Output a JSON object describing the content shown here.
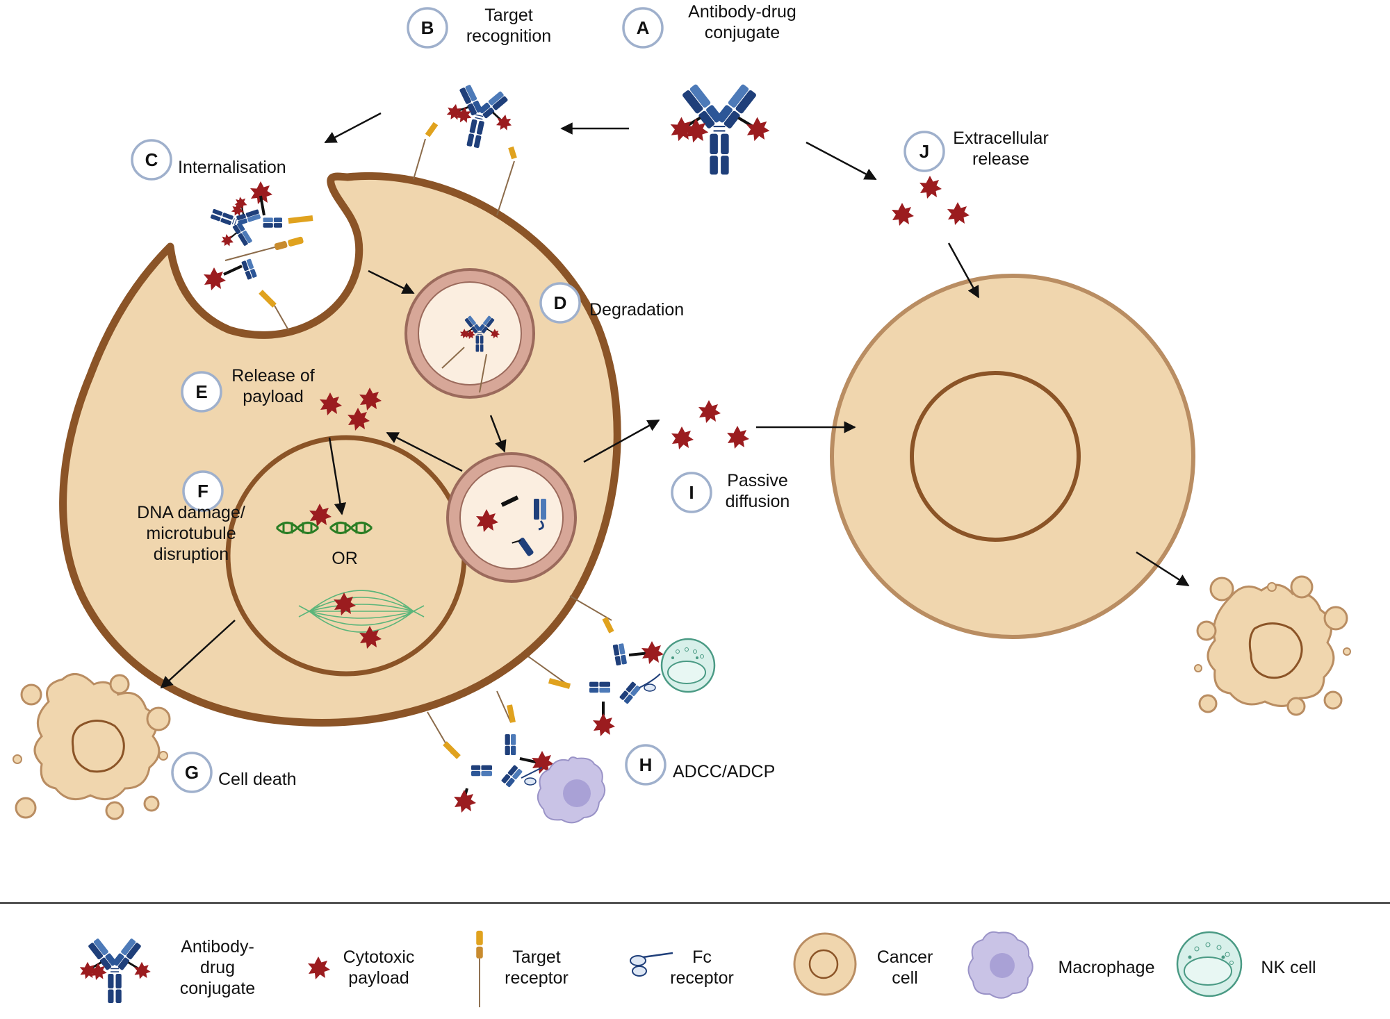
{
  "steps": {
    "A": {
      "letter": "A",
      "lines": [
        "Antibody-drug",
        "conjugate"
      ]
    },
    "B": {
      "letter": "B",
      "lines": [
        "Target",
        "recognition"
      ]
    },
    "C": {
      "letter": "C",
      "lines": [
        "Internalisation"
      ]
    },
    "D": {
      "letter": "D",
      "lines": [
        "Degradation"
      ]
    },
    "E": {
      "letter": "E",
      "lines": [
        "Release of",
        "payload"
      ]
    },
    "F": {
      "letter": "F",
      "lines": [
        "DNA damage/",
        "microtubule",
        "disruption"
      ]
    },
    "G": {
      "letter": "G",
      "lines": [
        "Cell death"
      ]
    },
    "H": {
      "letter": "H",
      "lines": [
        "ADCC/ADCP"
      ]
    },
    "I": {
      "letter": "I",
      "lines": [
        "Passive",
        "diffusion"
      ]
    },
    "J": {
      "letter": "J",
      "lines": [
        "Extracellular",
        "release"
      ]
    }
  },
  "or_text": "OR",
  "legend": {
    "items": [
      {
        "icon": "antibody-drug-conjugate-icon",
        "lines": [
          "Antibody-",
          "drug",
          "conjugate"
        ]
      },
      {
        "icon": "cytotoxic-payload-icon",
        "lines": [
          "Cytotoxic",
          "payload"
        ]
      },
      {
        "icon": "target-receptor-icon",
        "lines": [
          "Target",
          "receptor"
        ]
      },
      {
        "icon": "fc-receptor-icon",
        "lines": [
          "Fc",
          "receptor"
        ]
      },
      {
        "icon": "cancer-cell-icon",
        "lines": [
          "Cancer",
          "cell"
        ]
      },
      {
        "icon": "macrophage-icon",
        "lines": [
          "Macrophage"
        ]
      },
      {
        "icon": "nk-cell-icon",
        "lines": [
          "NK cell"
        ]
      }
    ]
  },
  "colors": {
    "cell_fill": "#f0d6ae",
    "cell_border": "#8b5427",
    "payload": "#9b1c1f",
    "antibody_dark": "#1f3f7a",
    "antibody_light": "#4d7ab8",
    "receptor_gold": "#e0a21e",
    "macrophage": "#c9c3e6",
    "nk_cell": "#d8f0ea"
  }
}
